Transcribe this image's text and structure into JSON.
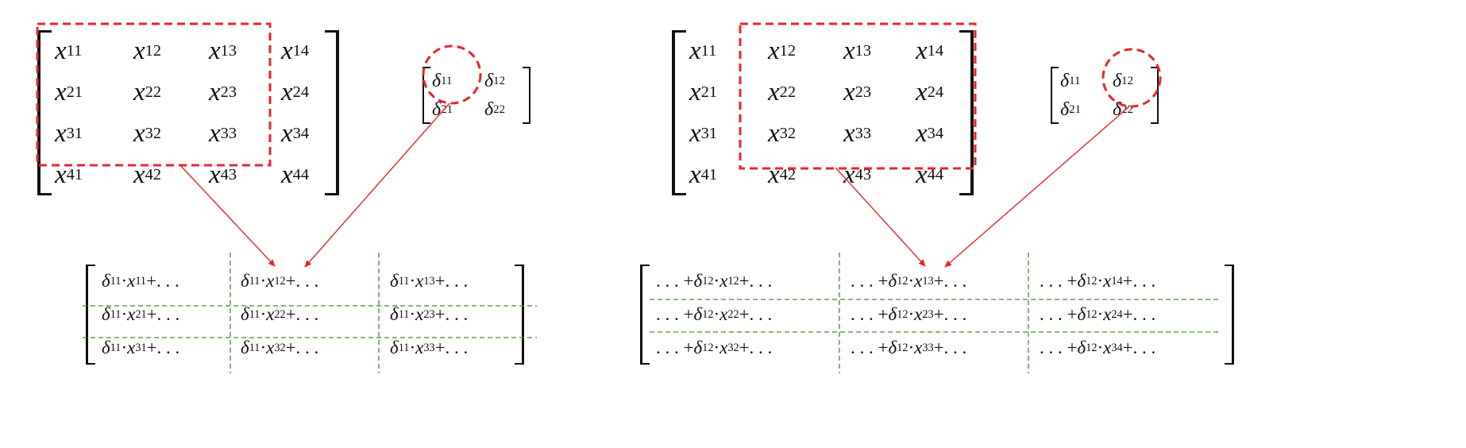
{
  "left": {
    "x_matrix": [
      [
        "x",
        "11",
        "x",
        "12",
        "x",
        "13",
        "x",
        "14"
      ],
      [
        "x",
        "21",
        "x",
        "22",
        "x",
        "23",
        "x",
        "24"
      ],
      [
        "x",
        "31",
        "x",
        "32",
        "x",
        "33",
        "x",
        "34"
      ],
      [
        "x",
        "41",
        "x",
        "42",
        "x",
        "43",
        "x",
        "44"
      ]
    ],
    "delta_matrix": [
      [
        "δ",
        "11",
        "δ",
        "12"
      ],
      [
        "δ",
        "21",
        "δ",
        "22"
      ]
    ],
    "result": [
      [
        "δ11 · x11+. . .",
        "δ11 · x12+. . .",
        "δ11 · x13+. . ."
      ],
      [
        "δ11 · x21+. . .",
        "δ11 · x22+. . .",
        "δ11 · x23+. . ."
      ],
      [
        "δ11 · x31+. . .",
        "δ11 · x32+. . .",
        "δ11 · x33+. . ."
      ]
    ]
  },
  "right": {
    "x_matrix": [
      [
        "x",
        "11",
        "x",
        "12",
        "x",
        "13",
        "x",
        "14"
      ],
      [
        "x",
        "21",
        "x",
        "22",
        "x",
        "23",
        "x",
        "24"
      ],
      [
        "x",
        "31",
        "x",
        "32",
        "x",
        "33",
        "x",
        "34"
      ],
      [
        "x",
        "41",
        "x",
        "42",
        "x",
        "43",
        "x",
        "44"
      ]
    ],
    "delta_matrix": [
      [
        "δ",
        "11",
        "δ",
        "12"
      ],
      [
        "δ",
        "21",
        "δ",
        "22"
      ]
    ],
    "result": [
      [
        ". . . +δ12 · x12+. . .",
        ". . . +δ12 · x13+. . .",
        ". . . +δ12 · x14+. . ."
      ],
      [
        ". . . +δ12 · x22+. . .",
        ". . . +δ12 · x23+. . .",
        ". . . +δ12 · x24+. . ."
      ],
      [
        ". . . +δ12 · x32+. . .",
        ". . . +δ12 · x33+. . .",
        ". . . +δ12 · x34+. . ."
      ]
    ]
  },
  "colors": {
    "highlight": "#e8262b",
    "grid_line": "#3c8a2e",
    "text": "#111111"
  }
}
